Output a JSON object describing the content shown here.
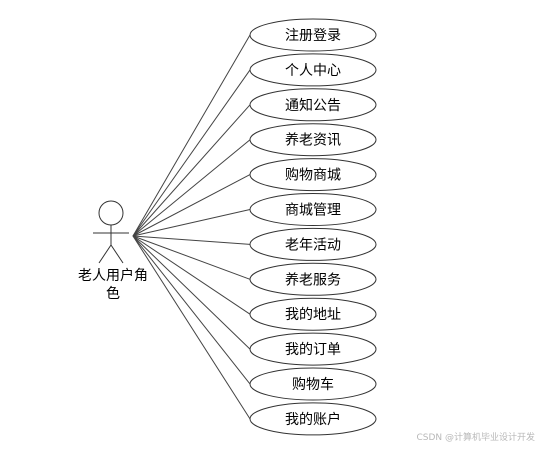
{
  "actor": {
    "label_line1": "老人用户角",
    "label_line2": "色"
  },
  "use_cases": [
    {
      "label": "注册登录"
    },
    {
      "label": "个人中心"
    },
    {
      "label": "通知公告"
    },
    {
      "label": "养老资讯"
    },
    {
      "label": "购物商城"
    },
    {
      "label": "商城管理"
    },
    {
      "label": "老年活动"
    },
    {
      "label": "养老服务"
    },
    {
      "label": "我的地址"
    },
    {
      "label": "我的订单"
    },
    {
      "label": "购物车"
    },
    {
      "label": "我的账户"
    }
  ],
  "watermark": "CSDN @计算机毕业设计开发"
}
